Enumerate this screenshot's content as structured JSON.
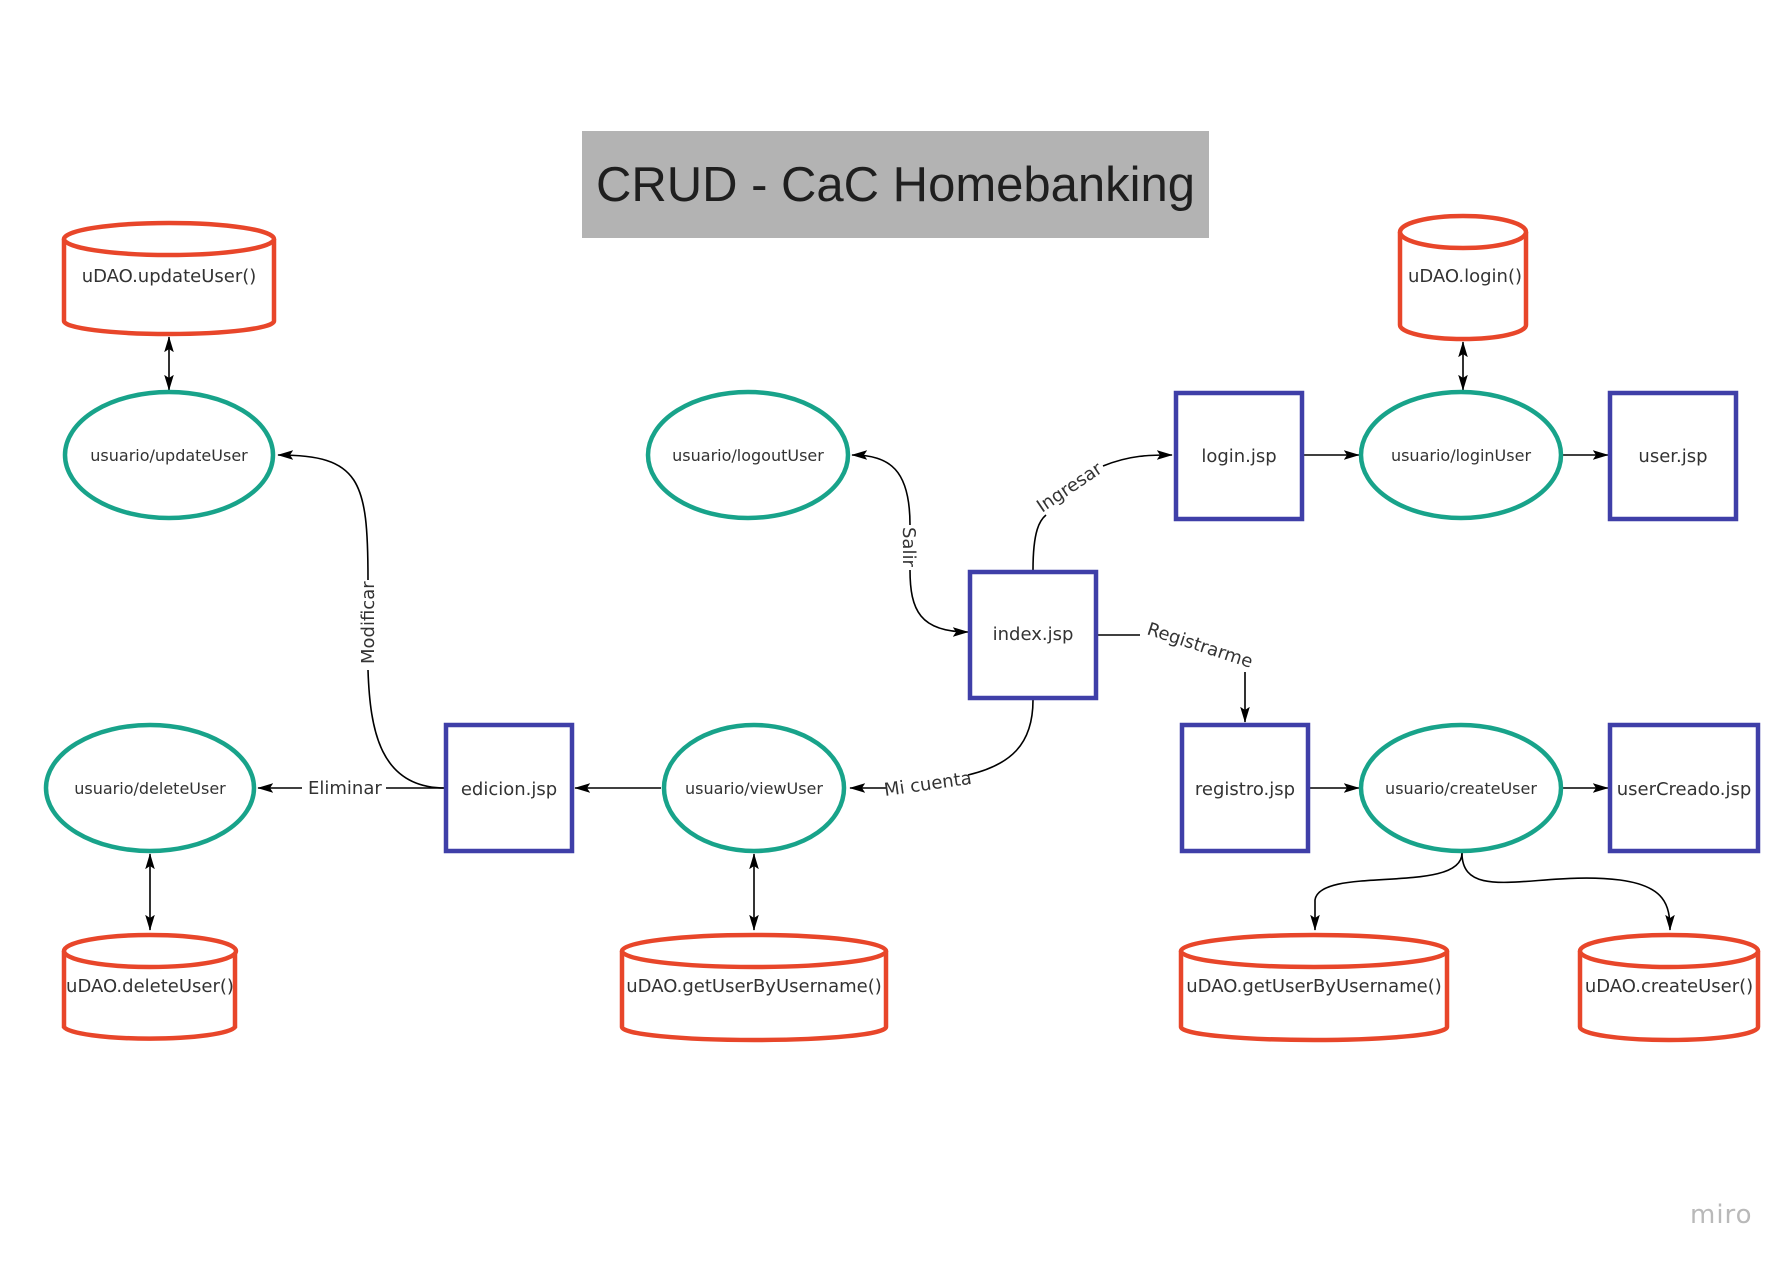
{
  "title": "CRUD - CaC Homebanking",
  "watermark": "miro",
  "colors": {
    "page_box": "#3f3fa8",
    "servlet_ellipse": "#18a38a",
    "dao_cylinder": "#e8462a",
    "title_bg": "#b3b3b3",
    "edge": "#000000"
  },
  "nodes": {
    "index_jsp": "index.jsp",
    "login_jsp": "login.jsp",
    "user_jsp": "user.jsp",
    "registro_jsp": "registro.jsp",
    "usercreado_jsp": "userCreado.jsp",
    "edicion_jsp": "edicion.jsp",
    "logout_user": "usuario/logoutUser",
    "login_user": "usuario/loginUser",
    "create_user": "usuario/createUser",
    "view_user": "usuario/viewUser",
    "update_user": "usuario/updateUser",
    "delete_user": "usuario/deleteUser",
    "dao_login": "uDAO.login()",
    "dao_update": "uDAO.updateUser()",
    "dao_delete": "uDAO.deleteUser()",
    "dao_getuser_view": "uDAO.getUserByUsername()",
    "dao_getuser_create": "uDAO.getUserByUsername()",
    "dao_create": "uDAO.createUser()"
  },
  "edges": {
    "ingresar": "Ingresar",
    "salir": "Salir",
    "registrarme": "Registrarme",
    "mi_cuenta": "Mi cuenta",
    "modificar": "Modificar",
    "eliminar": "Eliminar"
  }
}
